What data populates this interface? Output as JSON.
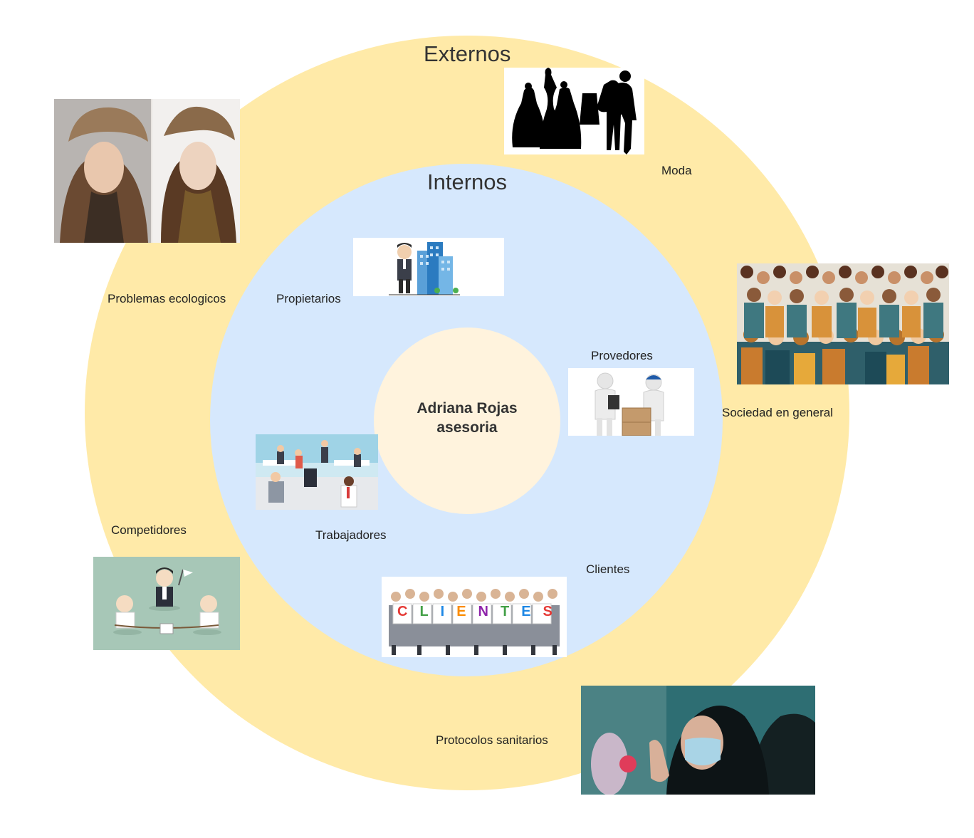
{
  "diagram": {
    "outer_ring": {
      "title": "Externos",
      "color": "#ffeaa8"
    },
    "inner_ring": {
      "title": "Internos",
      "color": "#d6e8fd"
    },
    "core": {
      "title_line1": "Adriana Rojas",
      "title_line2": "asesoria",
      "color": "#fff3dd"
    }
  },
  "stakeholders": {
    "internal": {
      "owners": "Propietarios",
      "suppliers": "Provedores",
      "workers": "Trabajadores",
      "clients": "Clientes"
    },
    "external": {
      "fashion": "Moda",
      "ecological": "Problemas ecologicos",
      "society": "Sociedad en general",
      "competitors": "Competidores",
      "health": "Protocolos sanitarios"
    }
  },
  "images": {
    "fashion": "fashion-silhouettes-image",
    "ecological": "fur-hat-models-image",
    "society": "crowd-image",
    "owners": "businessman-building-image",
    "suppliers": "supplier-delivery-image",
    "workers": "busy-office-image",
    "clients": "clients-group-image",
    "clients_sign": "CLIENTES",
    "competitors": "tug-of-war-image",
    "health": "masked-woman-image"
  }
}
